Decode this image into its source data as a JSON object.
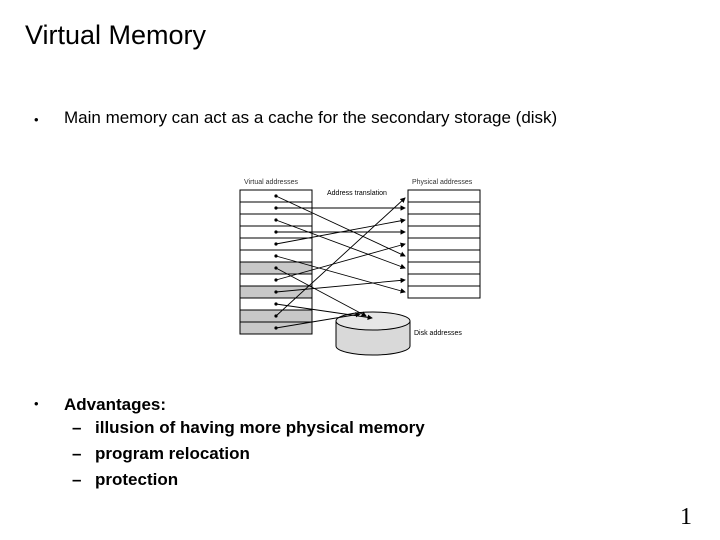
{
  "slide": {
    "title": "Virtual Memory",
    "bullet1": "Main memory can act as a cache for the secondary storage (disk)",
    "bullet2": "Advantages:",
    "sub_items": [
      "illusion of having more physical memory",
      "program relocation",
      "protection"
    ],
    "bullet_marker": "•",
    "dash_marker": "–",
    "page_number": "1"
  },
  "diagram": {
    "left_header": "Virtual addresses",
    "right_header": "Physical addresses",
    "translation_label": "Address translation",
    "disk_label": "Disk addresses",
    "colors": {
      "shaded_row": "#c8c8c8",
      "line": "#000000",
      "disk_fill": "#d9d9d9"
    }
  }
}
